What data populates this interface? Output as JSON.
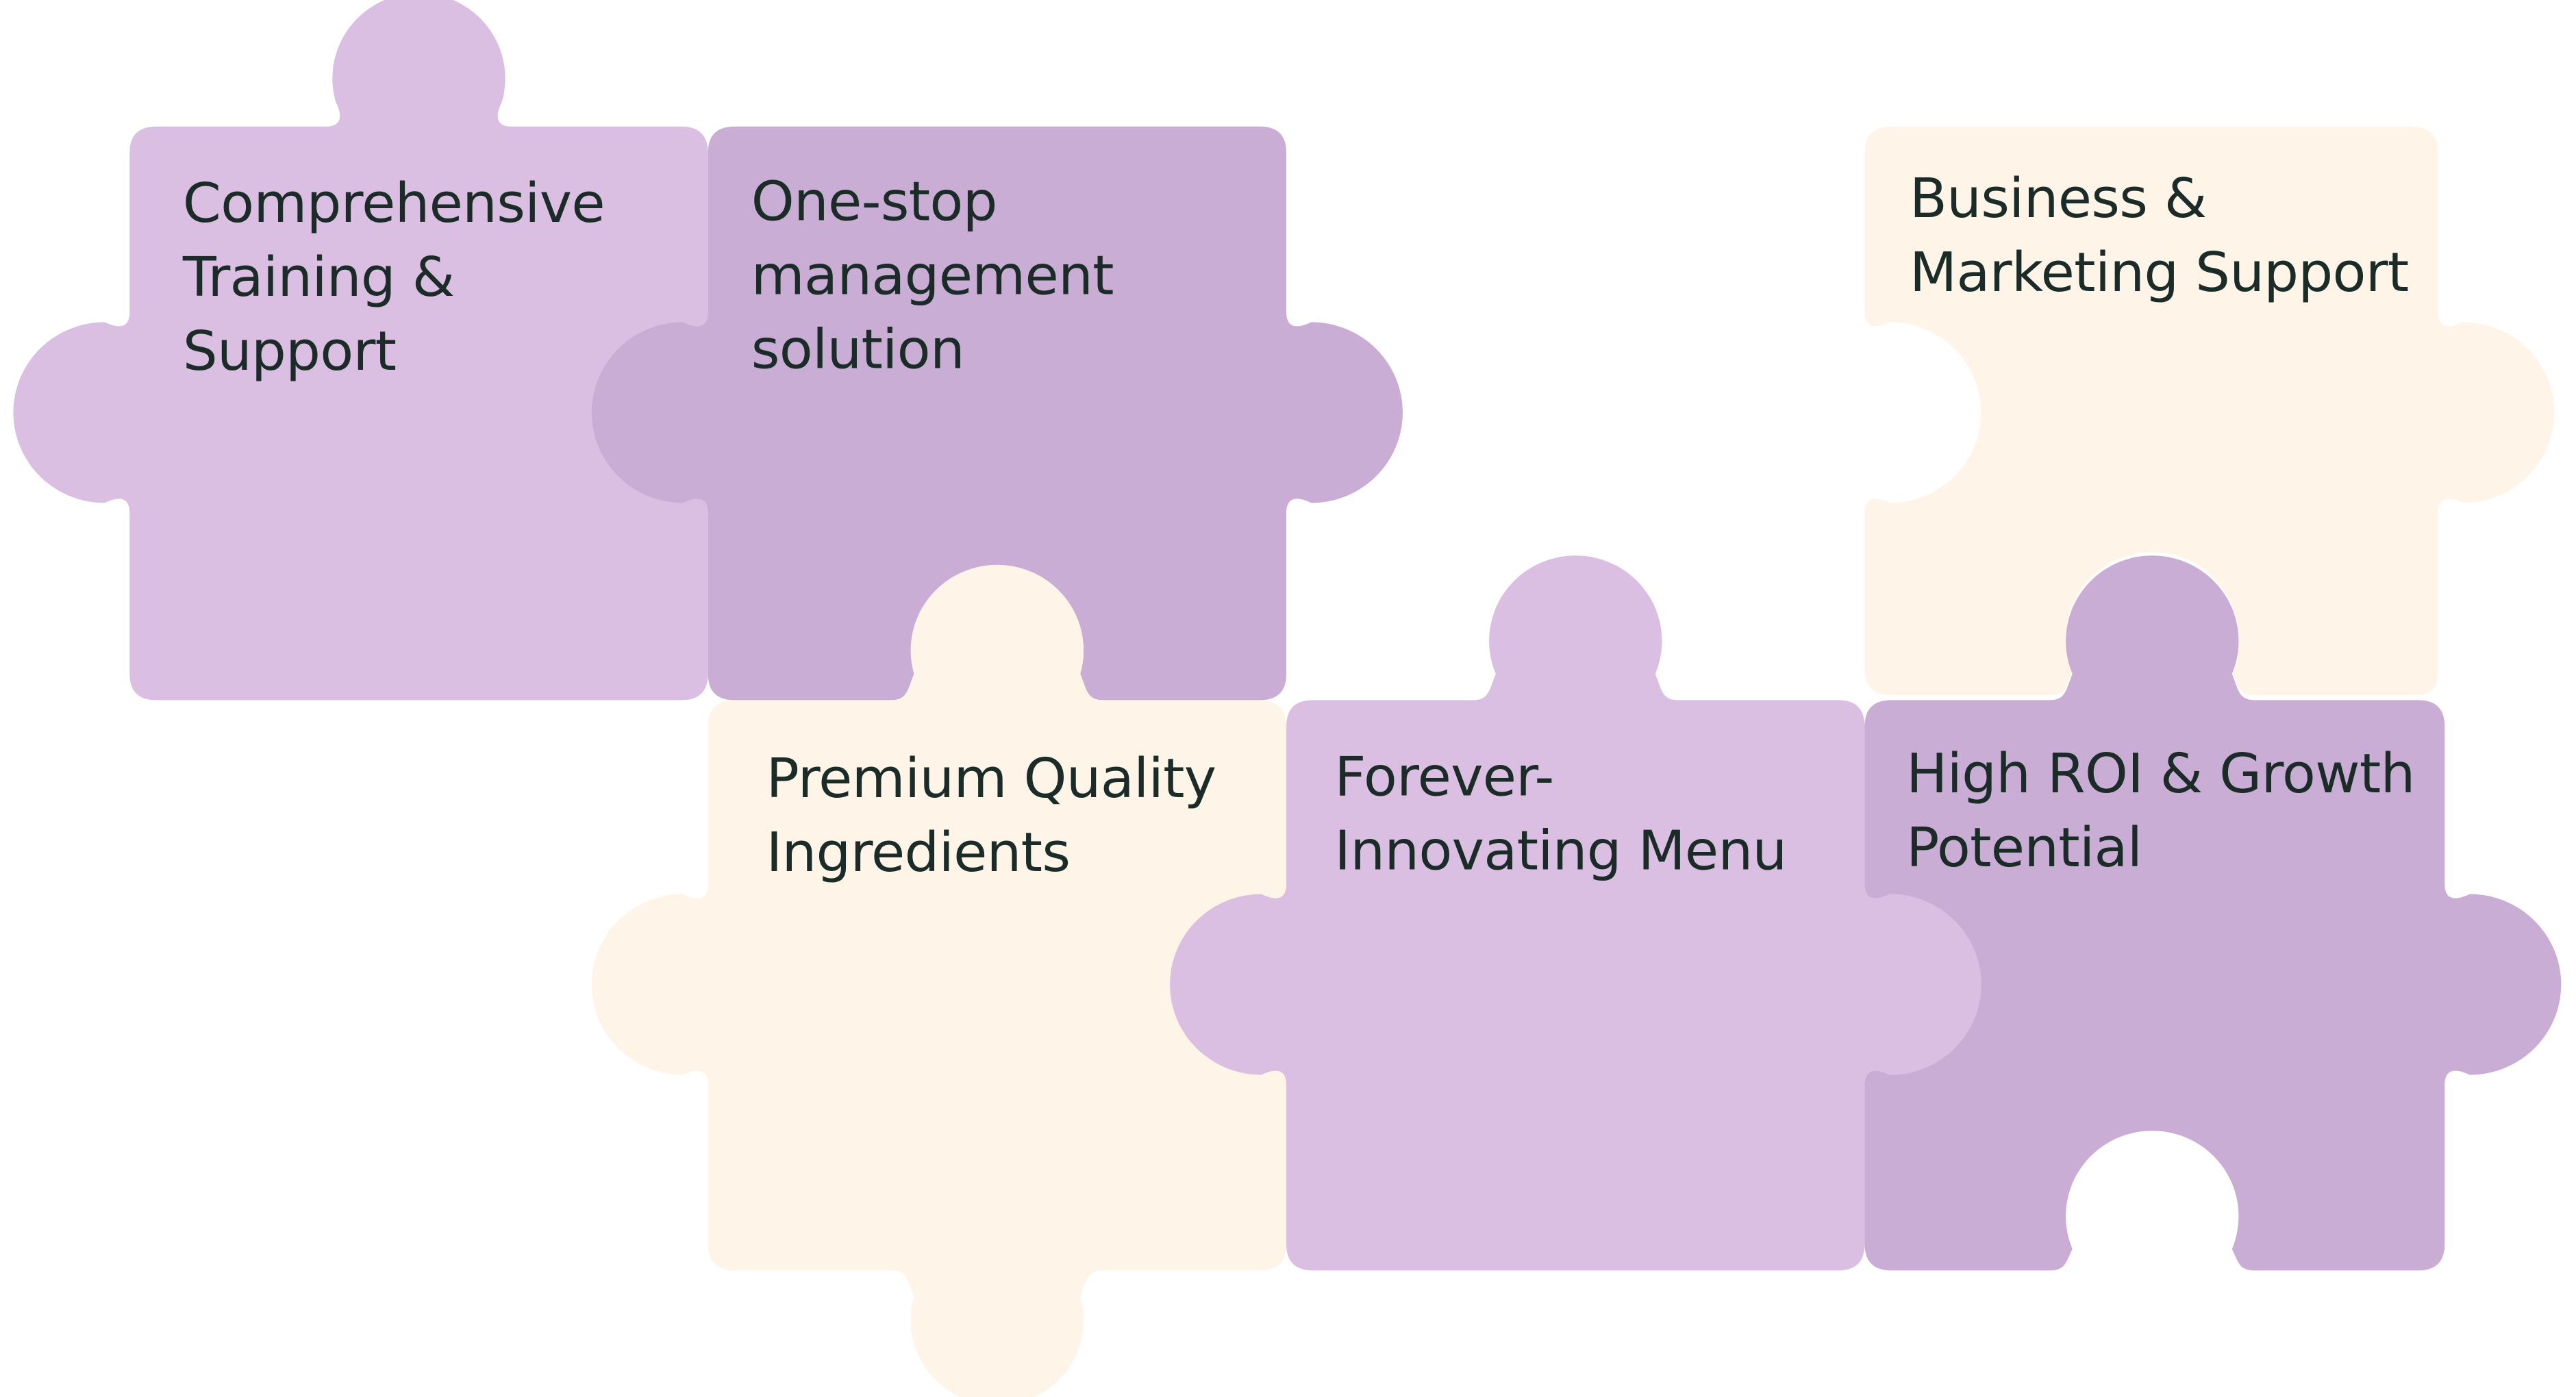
{
  "colors": {
    "light_purple": "#DABFE3",
    "medium_purple": "#C9ADD4",
    "cream": "#FFF4E8",
    "text": "#1A2B28"
  },
  "pieces": [
    {
      "id": "training-support",
      "color": "light_purple",
      "lines": [
        "Comprehensive",
        "Training &",
        "Support"
      ]
    },
    {
      "id": "management-solution",
      "color": "medium_purple",
      "lines": [
        "One-stop",
        "management",
        "solution"
      ]
    },
    {
      "id": "business-marketing",
      "color": "cream",
      "lines": [
        "Business &",
        "Marketing Support"
      ]
    },
    {
      "id": "premium-ingredients",
      "color": "cream",
      "lines": [
        "Premium Quality",
        "Ingredients"
      ]
    },
    {
      "id": "innovating-menu",
      "color": "light_purple",
      "lines": [
        "Forever-",
        "Innovating Menu"
      ]
    },
    {
      "id": "roi-growth",
      "color": "medium_purple",
      "lines": [
        "High ROI & Growth",
        "Potential"
      ]
    }
  ]
}
